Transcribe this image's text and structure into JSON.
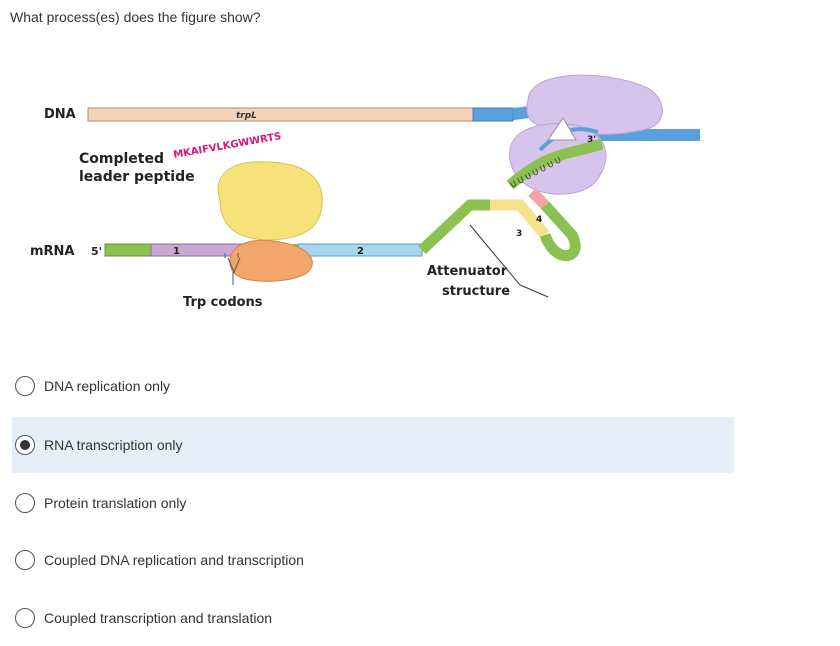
{
  "question": "What process(es) does the figure show?",
  "figure": {
    "dna_label": "DNA",
    "gene_label": "trpL",
    "peptide_label_line1": "Completed",
    "peptide_label_line2": "leader peptide",
    "peptide_sequence": "MKAIFVLKGWWRTS",
    "mrna_label": "mRNA",
    "five_prime": "5'",
    "region_1": "1",
    "region_2": "2",
    "region_3": "3",
    "region_4": "4",
    "trp_codons_label": "Trp codons",
    "attenuator_line1": "Attenuator",
    "attenuator_line2": "structure",
    "u_tail": "U U U U U U U",
    "three_prime": "3'"
  },
  "options": [
    {
      "label": "DNA replication only",
      "selected": false
    },
    {
      "label": "RNA transcription only",
      "selected": true
    },
    {
      "label": "Protein translation only",
      "selected": false
    },
    {
      "label": "Coupled DNA replication and transcription",
      "selected": false
    },
    {
      "label": "Coupled transcription and translation",
      "selected": false
    }
  ],
  "colors": {
    "dna_template": "#f5d3b8",
    "dna_blue": "#5aa0dc",
    "mrna_green": "#8cc152",
    "region1_purple": "#c7a9d4",
    "region2_blue": "#a9d6ef",
    "region3_yellow": "#f5e08c",
    "region4_pink": "#f2a5a5",
    "ribosome_large": "#f7e27a",
    "ribosome_small": "#f2a66c",
    "rna_polymerase": "#d7c4ec",
    "selected_bg": "#e5eef9"
  }
}
